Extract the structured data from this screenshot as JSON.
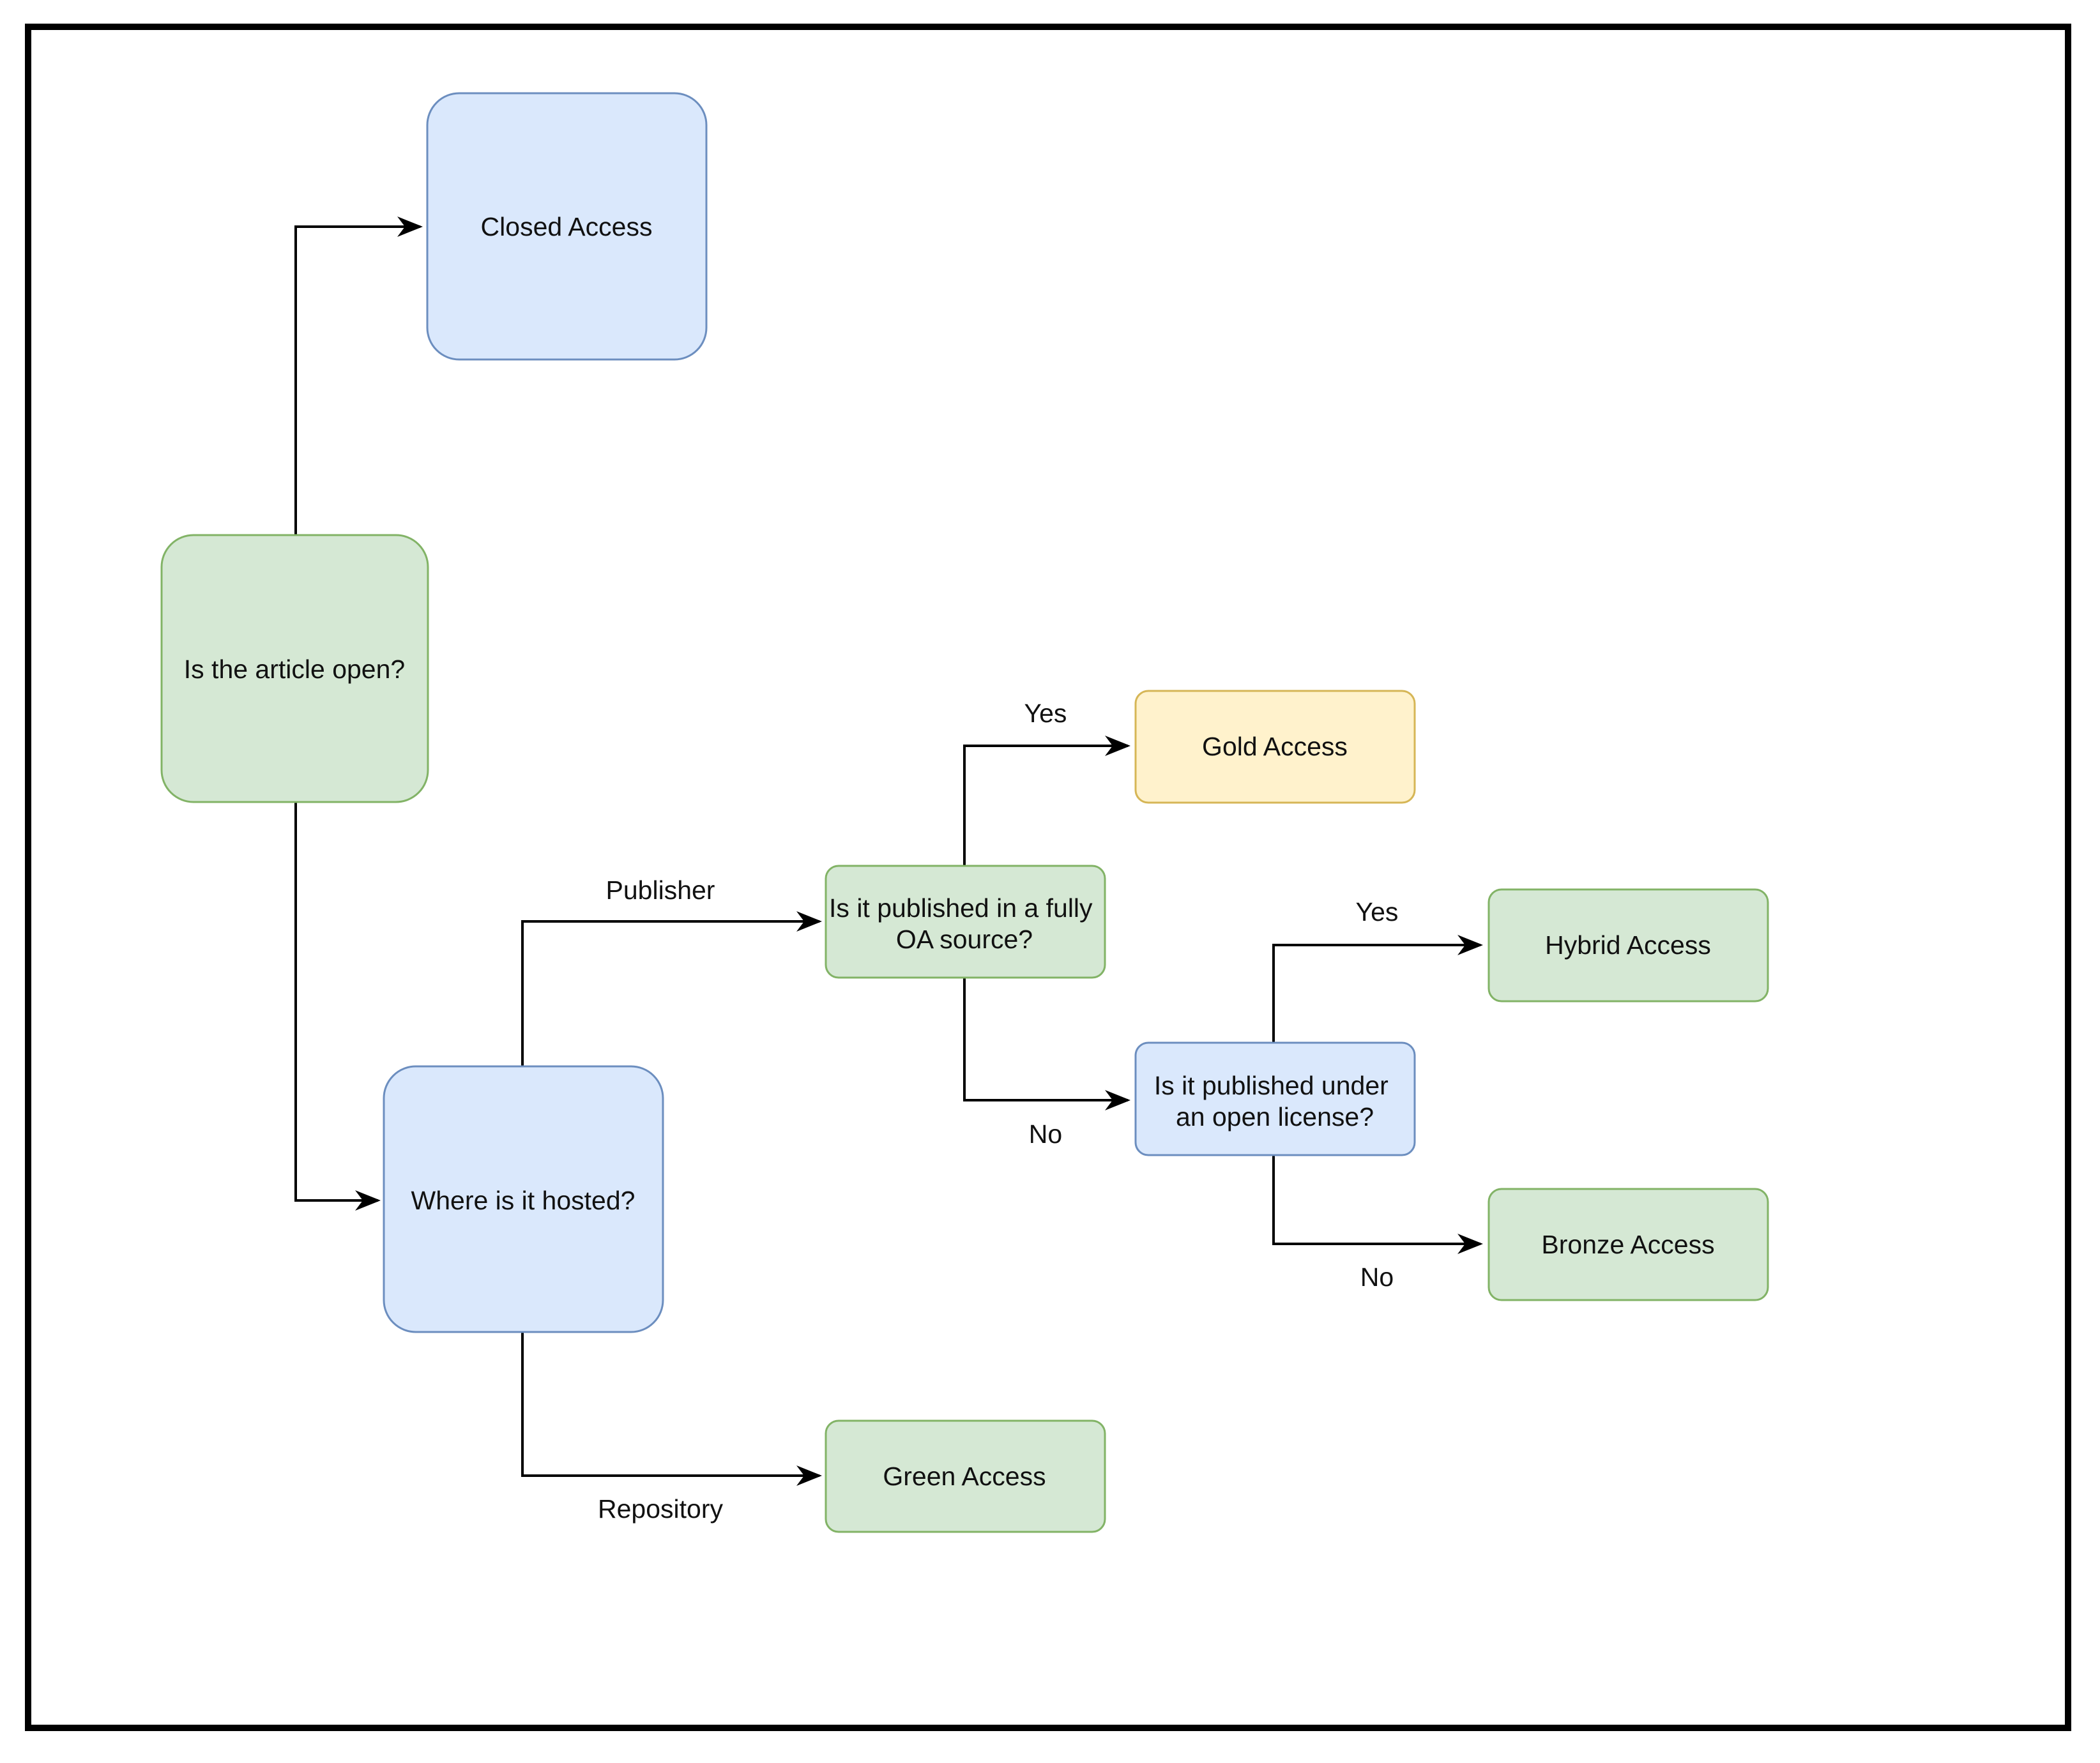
{
  "colors": {
    "green_fill": "#d5e8d4",
    "green_stroke": "#82b366",
    "blue_fill": "#dae8fc",
    "blue_stroke": "#6c8ebf",
    "gold_fill": "#fff2cc",
    "gold_stroke": "#d6b656",
    "edge": "#000000",
    "frame": "#000000"
  },
  "nodes": {
    "is_article_open": {
      "text": "Is the article open?",
      "color": "green"
    },
    "closed_access": {
      "text": "Closed Access",
      "color": "blue"
    },
    "where_hosted": {
      "text": "Where is it hosted?",
      "color": "blue"
    },
    "fully_oa_source": {
      "line1": "Is it published in a fully",
      "line2": "OA source?",
      "color": "green"
    },
    "gold_access": {
      "text": "Gold Access",
      "color": "gold"
    },
    "open_license": {
      "line1": "Is it published under",
      "line2": "an open license?",
      "color": "blue"
    },
    "hybrid_access": {
      "text": "Hybrid Access",
      "color": "green"
    },
    "bronze_access": {
      "text": "Bronze Access",
      "color": "green"
    },
    "green_access": {
      "text": "Green Access",
      "color": "green"
    }
  },
  "edge_labels": {
    "publisher": "Publisher",
    "repository": "Repository",
    "yes_gold": "Yes",
    "no_license": "No",
    "yes_hybrid": "Yes",
    "no_bronze": "No"
  }
}
